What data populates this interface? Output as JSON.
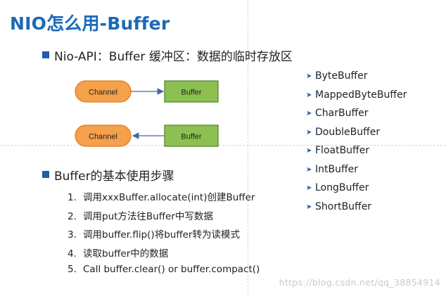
{
  "slide": {
    "title": "NIO怎么用-Buffer",
    "section1": {
      "heading": "Nio-API：Buffer  缓冲区：数据的临时存放区"
    },
    "diagram": {
      "row1": {
        "left": "Channel",
        "right": "Buffer",
        "arrow": "channel-to-buffer"
      },
      "row2": {
        "left": "Channel",
        "right": "Buffer",
        "arrow": "buffer-to-channel"
      },
      "colors": {
        "channel_fill": "#f5a04a",
        "channel_border": "#e07b1e",
        "buffer_fill": "#8cc152",
        "buffer_border": "#4f7f2a",
        "arrow": "#4466aa"
      }
    },
    "section2": {
      "heading": "Buffer的基本使用步骤",
      "steps": [
        {
          "num": "1.",
          "text": "调用xxxBuffer.allocate(int)创建Buffer"
        },
        {
          "num": "2.",
          "text": "调用put方法往Buffer中写数据"
        },
        {
          "num": "3.",
          "text": "调用buffer.flip()将buffer转为读模式"
        },
        {
          "num": "4.",
          "text": "读取buffer中的数据"
        },
        {
          "num": "5.",
          "text": "Call buffer.clear() or buffer.compact()"
        }
      ]
    },
    "buffer_types": [
      "ByteBuffer",
      "MappedByteBuffer",
      "CharBuffer",
      "DoubleBuffer",
      "FloatBuffer",
      "IntBuffer",
      "LongBuffer",
      "ShortBuffer"
    ],
    "watermark": "https://blog.csdn.net/qq_38854914",
    "colors": {
      "title": "#1b69b6",
      "bullet": "#1f5fa8"
    }
  }
}
